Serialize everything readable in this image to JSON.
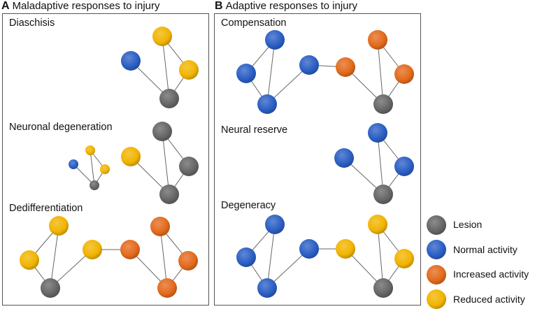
{
  "panels": {
    "a": {
      "letter": "A",
      "title": "Maladaptive responses to injury"
    },
    "b": {
      "letter": "B",
      "title": "Adaptive responses to injury"
    }
  },
  "sections": {
    "diaschisis": "Diaschisis",
    "neuronal_degeneration": "Neuronal degeneration",
    "dedifferentiation": "Dedifferentiation",
    "compensation": "Compensation",
    "neural_reserve": "Neural reserve",
    "degeneracy": "Degeneracy"
  },
  "legend": [
    {
      "label": "Lesion",
      "color": "#666666"
    },
    {
      "label": "Normal activity",
      "color": "#2b5fc4"
    },
    {
      "label": "Increased activity",
      "color": "#e36a1c"
    },
    {
      "label": "Reduced activity",
      "color": "#f1b400"
    }
  ],
  "colors": {
    "lesion": "#666666",
    "normal": "#2b5fc4",
    "increased": "#e36a1c",
    "reduced": "#f1b400"
  }
}
